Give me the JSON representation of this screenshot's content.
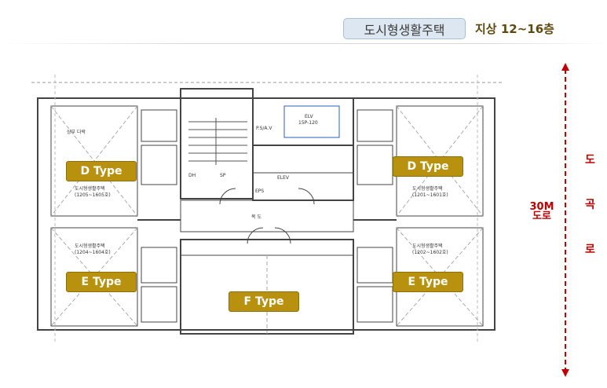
{
  "header": {
    "badge": "도시형생활주택",
    "floors": "지상 12~16층"
  },
  "units": [
    {
      "label": "D Type"
    },
    {
      "label": "D Type"
    },
    {
      "label": "E Type"
    },
    {
      "label": "E Type"
    },
    {
      "label": "F Type"
    }
  ],
  "plan_labels": {
    "elev_room": "ELEV",
    "elev_car": "ELV",
    "elev_spec": "15P-120",
    "corridor": "복 도",
    "dh": "DH",
    "sp": "SP",
    "eps": "EPS",
    "psav": "P.S/A.V",
    "balcony": "상부 다락",
    "d_left": "도시형생활주택",
    "d_left_rooms": "(1205~1605호)",
    "d_right": "도시형생활주택",
    "d_right_rooms": "(1201~1601호)",
    "e_left": "도시형생활주택",
    "e_left_rooms": "(1204~1604호)",
    "e_right": "도시형생활주택",
    "e_right_rooms": "(1202~1602호)"
  },
  "road": {
    "chars": [
      "도",
      "곡",
      "로"
    ],
    "width": "30M",
    "width_unit": "도로",
    "color": "#c00000"
  },
  "colors": {
    "label_fill": "#b8910e",
    "badge_fill": "#dde7f1"
  }
}
